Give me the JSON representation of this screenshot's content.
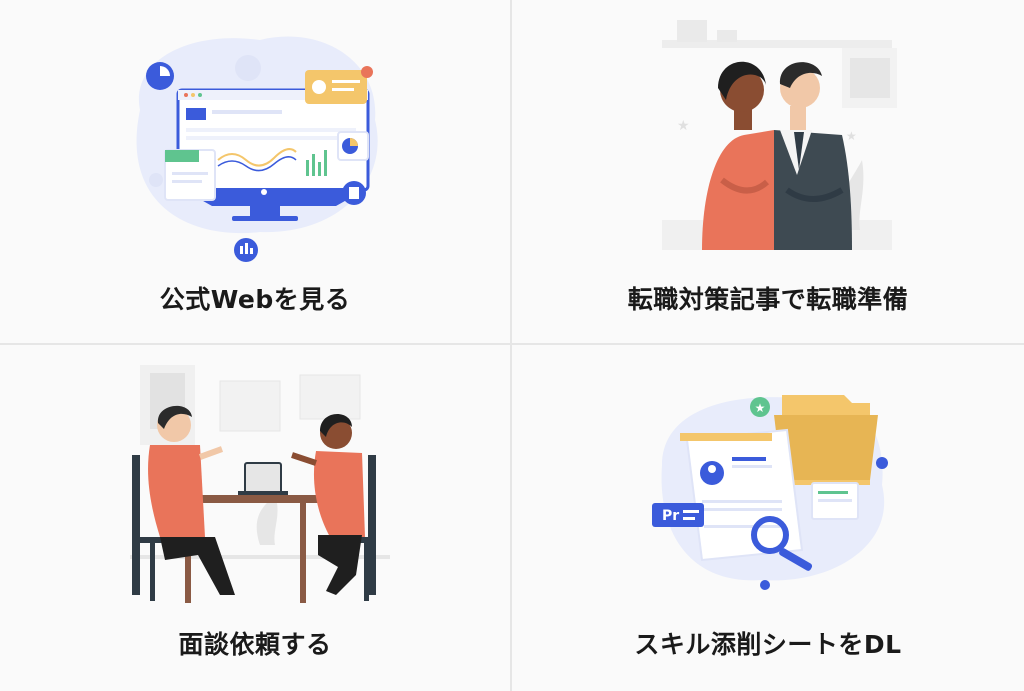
{
  "cards": [
    {
      "label": "公式Webを見る",
      "icon": "monitor-dashboard-icon"
    },
    {
      "label": "転職対策記事で転職準備",
      "icon": "business-people-icon"
    },
    {
      "label": "面談依頼する",
      "icon": "meeting-icon"
    },
    {
      "label": "スキル添削シートをDL",
      "icon": "resume-folder-icon"
    }
  ],
  "colors": {
    "blue": "#3b5bdb",
    "orange": "#e9745a",
    "yellow": "#f4c66b",
    "light_blue": "#e8ecfb",
    "dark": "#2f3b45"
  },
  "illustration_text": {
    "pr_badge": "Pr"
  }
}
